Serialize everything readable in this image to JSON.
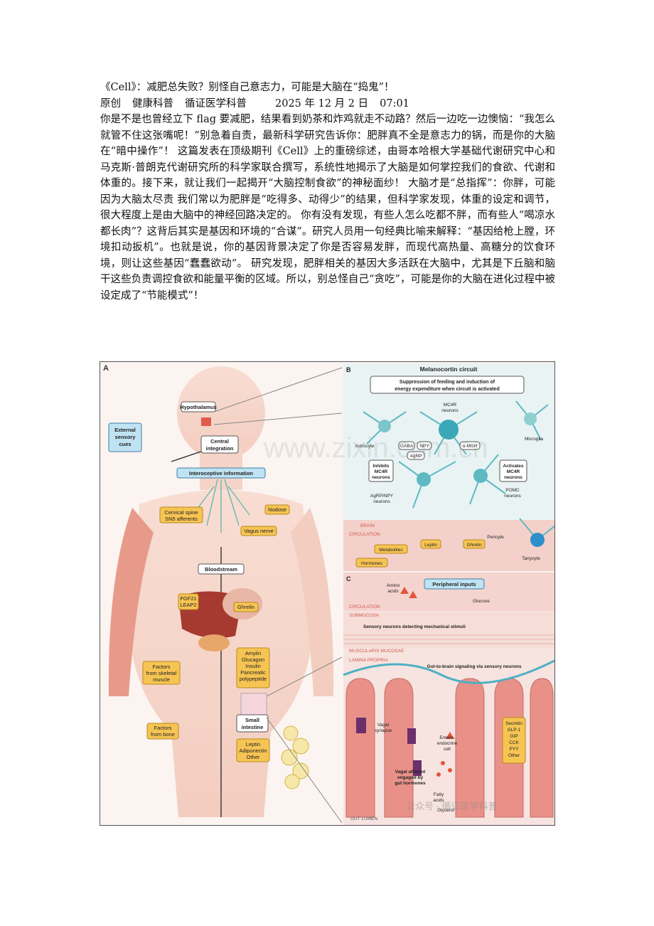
{
  "article": {
    "title": "《Cell》：减肥总失败？别怪自己意志力，可能是大脑在“捣鬼”！",
    "meta": {
      "tag": "原创",
      "author": "健康科普",
      "source": "循证医学科普",
      "date": "2025 年 12 月 2 日",
      "time": "07:01"
    },
    "body": "你是不是也曾经立下 flag 要减肥，结果看到奶茶和炸鸡就走不动路？然后一边吃一边懊恼：“我怎么就管不住这张嘴呢！”别急着自责，最新科学研究告诉你：肥胖真不全是意志力的锅，而是你的大脑在“暗中操作”！ 这篇发表在顶级期刊《Cell》上的重磅综述，由哥本哈根大学基础代谢研究中心和马克斯·普朗克代谢研究所的科学家联合撰写，系统性地揭示了大脑是如何掌控我们的食欲、代谢和体重的。接下来，就让我们一起揭开“大脑控制食欲”的神秘面纱！ 大脑才是“总指挥”：你胖，可能因为大脑太尽责 我们常以为肥胖是“吃得多、动得少”的结果，但科学家发现，体重的设定和调节，很大程度上是由大脑中的神经回路决定的。 你有没有发现，有些人怎么吃都不胖，而有些人“喝凉水都长肉”？这背后其实是基因和环境的“合谋”。研究人员用一句经典比喻来解释：“基因给枪上膛，环境扣动扳机”。也就是说，你的基因背景决定了你是否容易发胖，而现代高热量、高糖分的饮食环境，则让这些基因“蠢蠢欲动”。 研究发现，肥胖相关的基因大多活跃在大脑中，尤其是下丘脑和脑干这些负责调控食欲和能量平衡的区域。所以，别总怪自己“贪吃”，可能是你的大脑在进化过程中被设定成了“节能模式”！"
  },
  "figure": {
    "panelA": {
      "letter": "A",
      "hypothalamus": "Hypothalamus",
      "external": [
        "External",
        "sensory",
        "cues"
      ],
      "central": [
        "Central",
        "integration"
      ],
      "interoceptive": "Interoceptive information",
      "cervical": [
        "Cervical spine",
        "SN5 afferents"
      ],
      "nodose": "Nodose",
      "vagus": "Vagus nerve",
      "bloodstream": "Bloodstream",
      "fgf": [
        "FGF21",
        "LEAP2"
      ],
      "ghrelin": "Ghrelin",
      "pancreas": [
        "Amylin",
        "Glucagon",
        "Insulin",
        "Pancreatic",
        "polypeptide"
      ],
      "muscle": [
        "Factors",
        "from skeletal",
        "muscle"
      ],
      "bone": [
        "Factors",
        "from bone"
      ],
      "intestine": [
        "Small",
        "intestine"
      ],
      "fat": [
        "Leptin",
        "Adiponectin",
        "Other"
      ]
    },
    "panelB": {
      "letter": "B",
      "title": "Melanocortin circuit",
      "subtitle": [
        "Suppression of feeding and induction of",
        "energy expenditure when circuit is activated"
      ],
      "mc4r": [
        "MC4R",
        "neurons"
      ],
      "microglia": "Microglia",
      "astrocyte": "Astrocyte",
      "gaba": "GABA",
      "npy": "NPY",
      "msh": "α-MSH",
      "agrp": "AgRP",
      "inhibits": [
        "Inhibits",
        "MC4R",
        "neurons"
      ],
      "activates": [
        "Activates",
        "MC4R",
        "neurons"
      ],
      "agrp_neurons": [
        "AgRP/NPY",
        "neurons"
      ],
      "pomc": [
        "POMC",
        "neurons"
      ],
      "brain": "BRAIN",
      "circulation": "CIRCULATION",
      "leptin": "Leptin",
      "ghrelin": "Ghrelin",
      "pericyte": "Pericyte",
      "metabolites": "Metabolites",
      "hormones": "Hormones",
      "tanycyte": "Tanycyte",
      "peripheral": "Peripheral inputs"
    },
    "panelC": {
      "letter": "C",
      "amino": [
        "Amino",
        "acids"
      ],
      "glucose": "Glucose",
      "circulation": "CIRCULATION",
      "submucosa": "SUBMUCOSA",
      "sensory": "Sensory neurons detecting mechanical stimuli",
      "muscularis": "MUSCULARIS MUCOSAE",
      "lamina": "LAMINA PROPRIA",
      "gut_brain": "Gut-to-brain signaling via sensory neurons",
      "vagal_synapse": [
        "Vagal",
        "synapse"
      ],
      "entero": [
        "Entero-",
        "endocrine",
        "cell"
      ],
      "hormones_list": [
        "Secretin",
        "GLP-1",
        "GIP",
        "CCK",
        "PYY",
        "Other"
      ],
      "vagal_afferent": [
        "Vagal afferent",
        "engaged by",
        "gut hormones"
      ],
      "fatty": [
        "Fatty",
        "acids"
      ],
      "glycerol": "Glycerol",
      "lumen": "GUT LUMEN"
    },
    "watermark_url": "www.zixin.com.cn",
    "watermark_wechat": "公众号 · 循证医学科普"
  }
}
